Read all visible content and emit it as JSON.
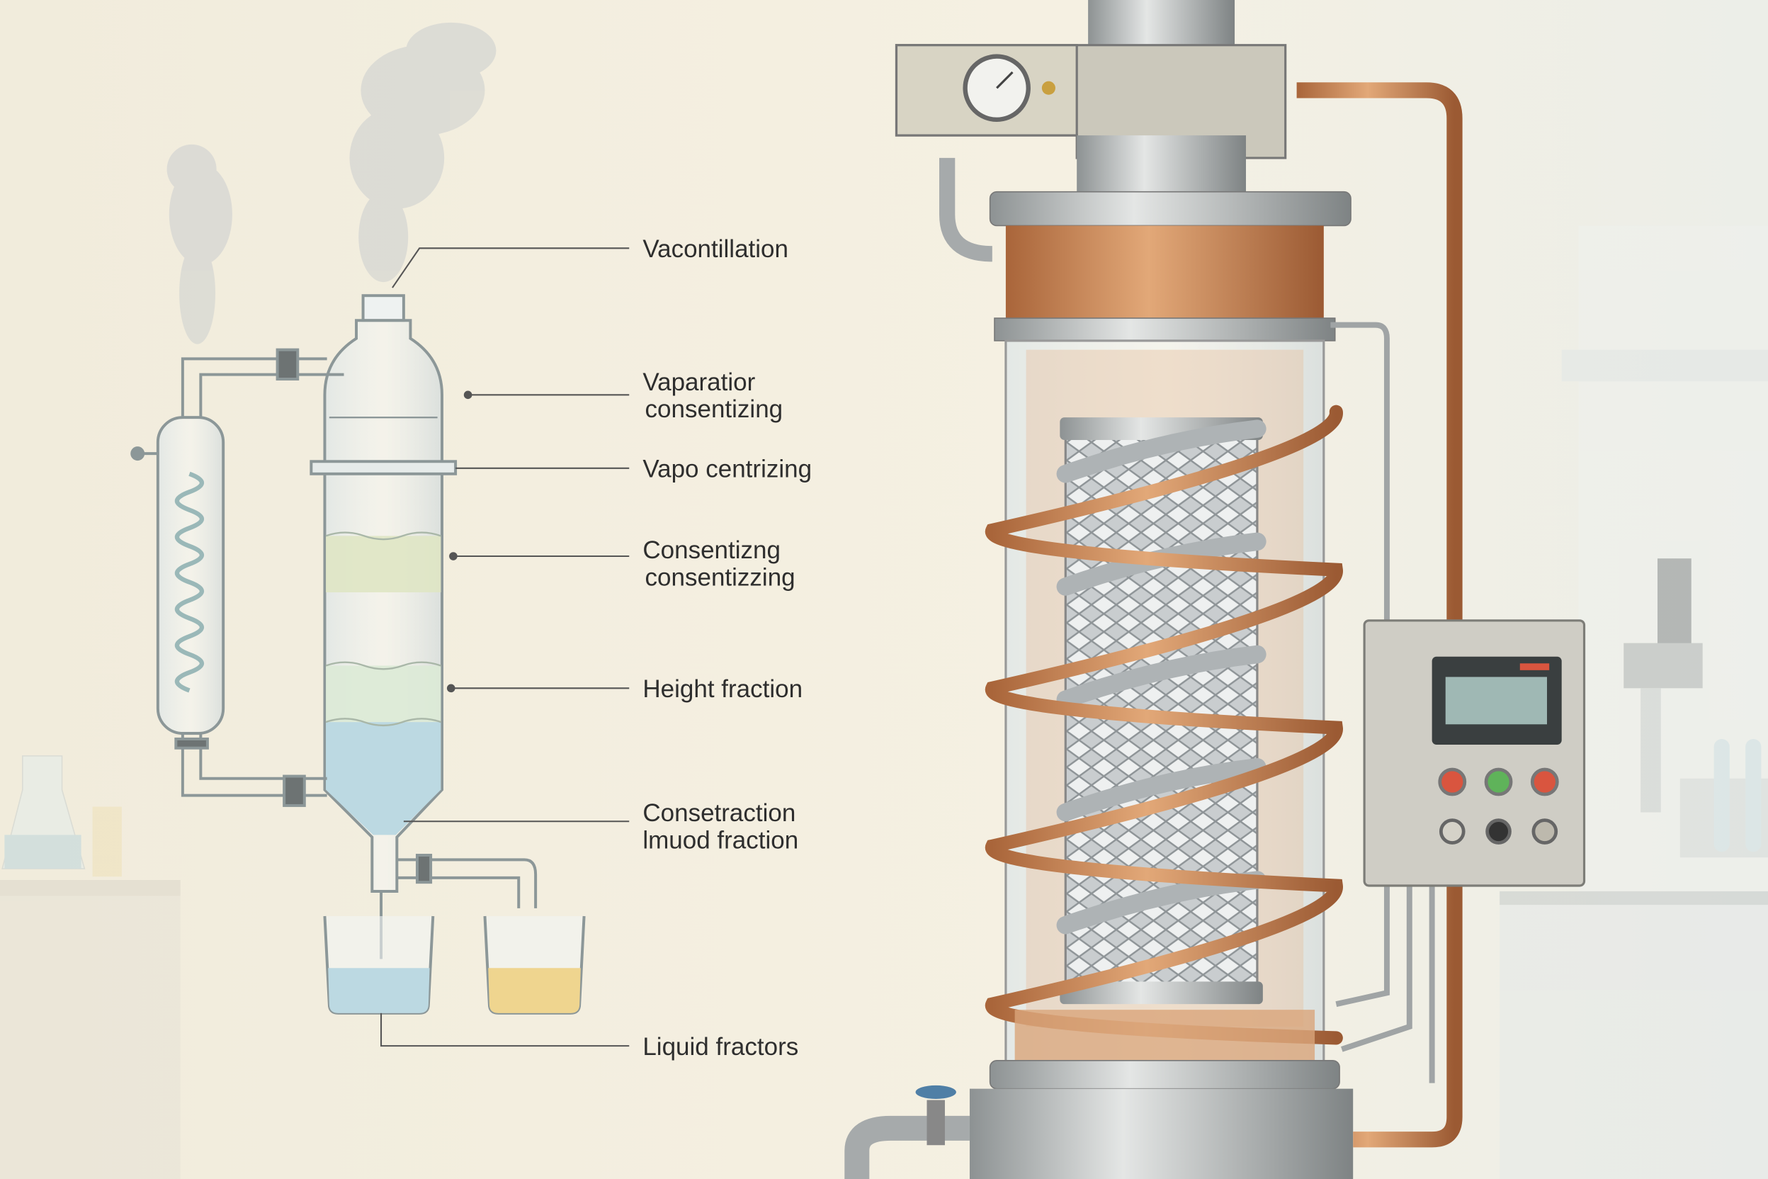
{
  "labels": [
    {
      "id": "vacontillation",
      "lines": [
        "Vacontillation"
      ]
    },
    {
      "id": "vaparatior",
      "lines": [
        "Vaparatior",
        "consentizing"
      ]
    },
    {
      "id": "vapo-centrizing",
      "lines": [
        "Vapo centrizing"
      ]
    },
    {
      "id": "consentizng",
      "lines": [
        "Consentizng",
        "consentizzing"
      ]
    },
    {
      "id": "height-fraction",
      "lines": [
        "Height fraction"
      ]
    },
    {
      "id": "consetraction",
      "lines": [
        "Consetraction",
        "lmuod fraction"
      ]
    },
    {
      "id": "liquid-fractors",
      "lines": [
        "Liquid fractors"
      ]
    }
  ],
  "colors": {
    "background": "#f3eee0",
    "copper": "#c98a5a",
    "steel": "#b9bcbd",
    "liquid_blue": "#bcd9e2",
    "liquid_yellow": "#efd58f",
    "band_green": "#dfe6c4",
    "button_red": "#d9553f",
    "button_green": "#5fb35a",
    "screen": "#9fb8b4"
  }
}
